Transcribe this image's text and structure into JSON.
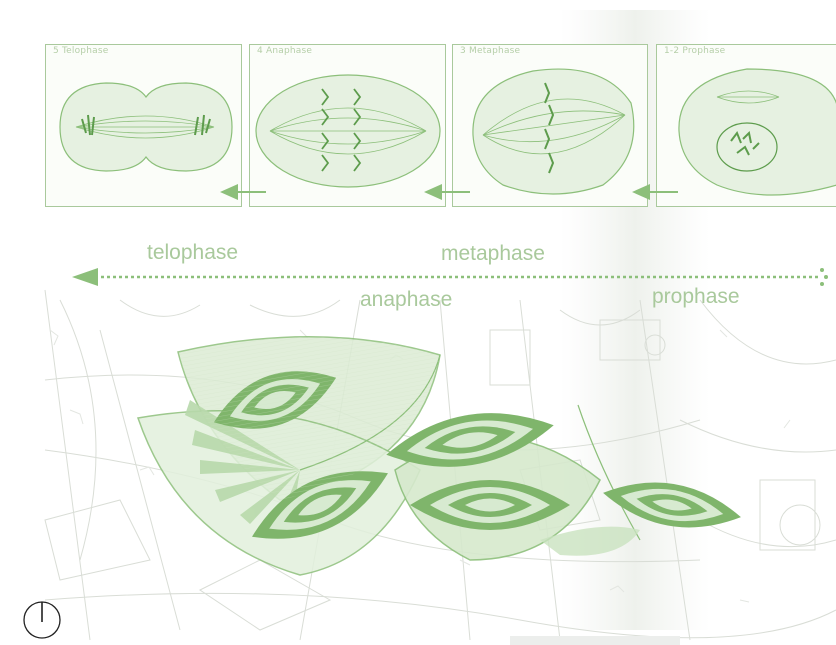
{
  "panels": [
    {
      "label": "5  Telophase"
    },
    {
      "label": "4  Anaphase"
    },
    {
      "label": "3  Metaphase"
    },
    {
      "label": "1-2  Prophase"
    }
  ],
  "timeline": {
    "telophase": "telophase",
    "metaphase": "metaphase",
    "anaphase": "anaphase",
    "prophase": "prophase"
  },
  "colors": {
    "accent": "#8cbf7a",
    "dark": "#5d9c4c",
    "light": "#d7ead0"
  }
}
